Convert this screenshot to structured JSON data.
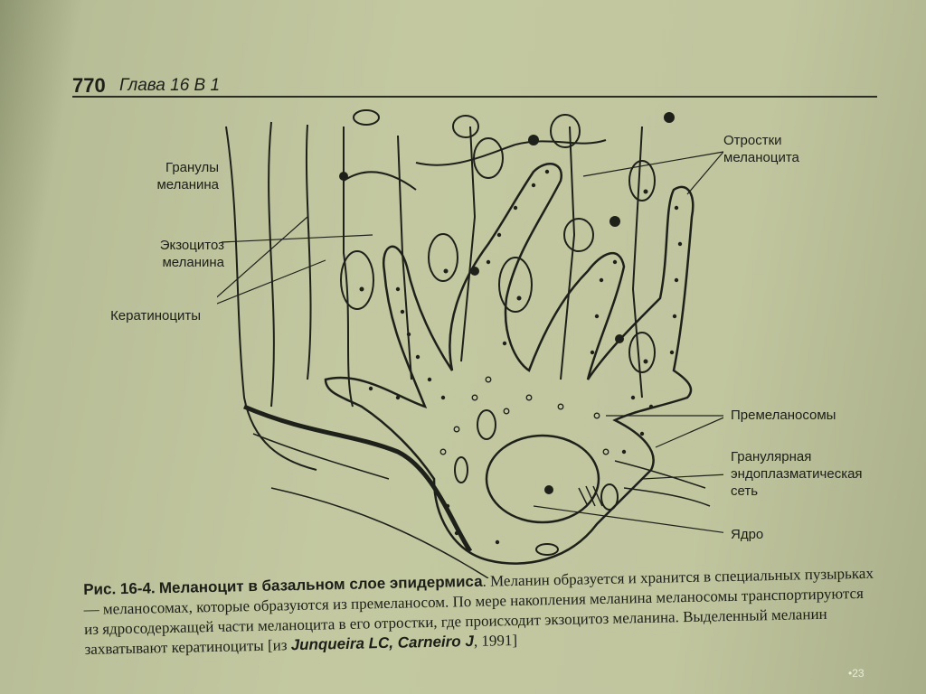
{
  "header": {
    "page_number": "770",
    "chapter": "Глава 16  В 1"
  },
  "figure": {
    "labels": {
      "melanin_granules": [
        "Гранулы",
        "меланина"
      ],
      "melanin_exocytosis": [
        "Экзоцитоз",
        "меланина"
      ],
      "keratinocytes": [
        "Кератиноциты"
      ],
      "melanocyte_processes": [
        "Отростки",
        "меланоцита"
      ],
      "premelanosomes": [
        "Премеланосомы"
      ],
      "granular_er": [
        "Гранулярная",
        "эндоплазматическая",
        "сеть"
      ],
      "nucleus": [
        "Ядро"
      ]
    }
  },
  "caption": {
    "fig_id": "Рис. 16-4.",
    "fig_title": "Меланоцит в базальном слое эпидермиса",
    "body": ". Меланин образуется и хранится в специальных пузырьках — меланосомах, которые образуются из премеланосом. По мере накопления меланина меланосомы транспортируются из ядросодержащей части меланоцита в его отростки, где происходит экзоцитоз меланина. Выделенный меланин захватывают кератиноциты [из ",
    "citation": "Junqueira LC, Carneiro J",
    "year": ", 1991]"
  },
  "slide_number": "•23"
}
